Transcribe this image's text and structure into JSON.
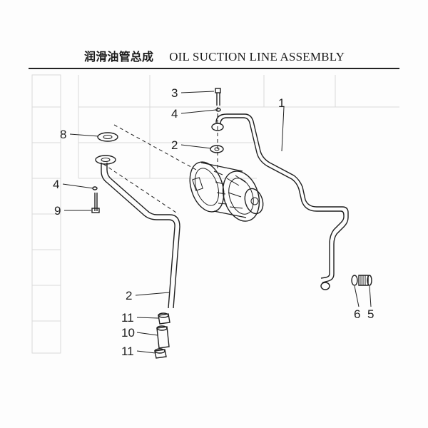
{
  "header": {
    "title_cn": "润滑油管总成",
    "title_en": "OIL SUCTION LINE ASSEMBLY"
  },
  "callouts": {
    "c1": "1",
    "c2a": "2",
    "c2b": "2",
    "c3": "3",
    "c4a": "4",
    "c4b": "4",
    "c5": "5",
    "c6": "6",
    "c8": "8",
    "c9": "9",
    "c10": "10",
    "c11a": "11",
    "c11b": "11"
  }
}
